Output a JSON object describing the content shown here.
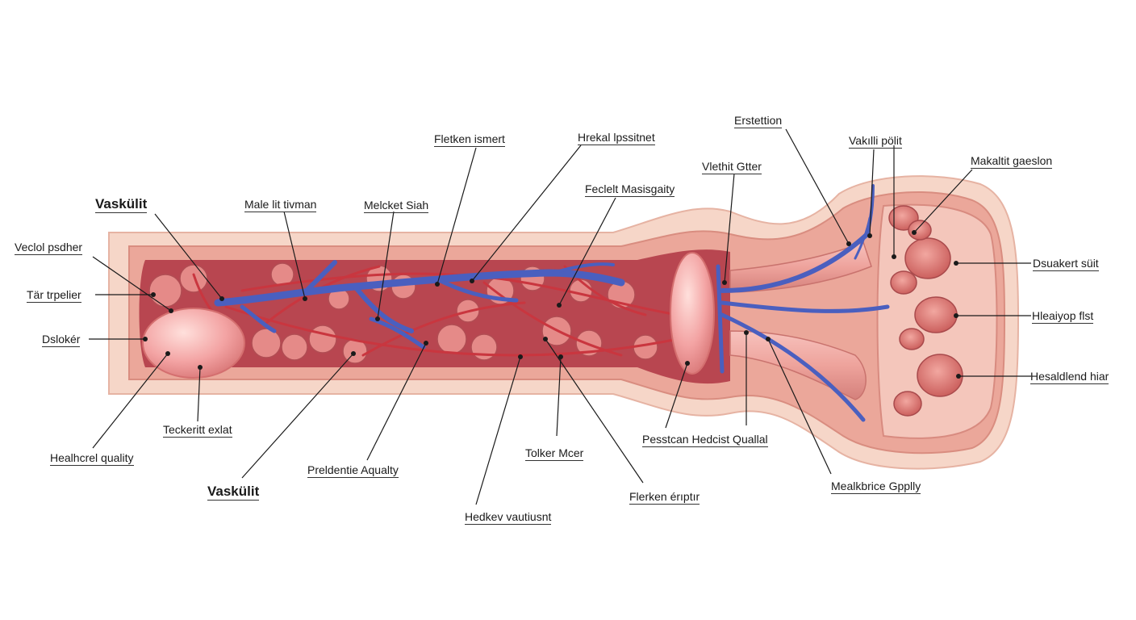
{
  "labels": {
    "vaskulit_top": "Vaskülit",
    "veclol_psdher": "Veclol psdher",
    "tar_trpelier": "Tär trpelier",
    "dslokier": "Dslokér",
    "healhcrel_quality": "Healhcrel quality",
    "teckeritt_exlat": "Teckeritt exlat",
    "vaskulit_bottom": "Vaskülit",
    "male_lit_tivman": "Male lit tivman",
    "melcket_siah": "Melcket Siah",
    "fletken_ismert": "Fletken ismert",
    "hrekal_lpssitnet": "Hrekal lpssitnet",
    "feclelt_masisgaity": "Feclelt Masisgaity",
    "vlethit_gter": "Vlethit Gtter",
    "erstettion": "Erstettion",
    "vaklit_polit": "Vakılli pölit",
    "makaltit_gaesion": "Makaltit gaeslon",
    "dsuakert_siit": "Dsuakert süit",
    "hleaiyop_flst": "Hleaiyop flst",
    "hesaldlend_hiar": "Hesaldlend hiar",
    "predlentie_aqualty": "Preldentie Aqualty",
    "tolker_mcer": "Tolker Mcer",
    "hedkev_vautiusnt": "Hedkev vautiusnt",
    "flerken_erupur": "Flerken érıptır",
    "pesstcan_hedcist_quallal": "Pesstcan Hedcist Quallal",
    "mealkbrice_gpplly": "Mealkbrice Gpplly"
  },
  "colors": {
    "outer_tissue": "#f6d3c4",
    "mid_tissue": "#e89a8e",
    "inner_cavity": "#b8404a",
    "vessel_red": "#c9363f",
    "vein_blue": "#4a5fbf",
    "node_pink": "#f3a3a3",
    "leader_line": "#1a1a1a"
  }
}
